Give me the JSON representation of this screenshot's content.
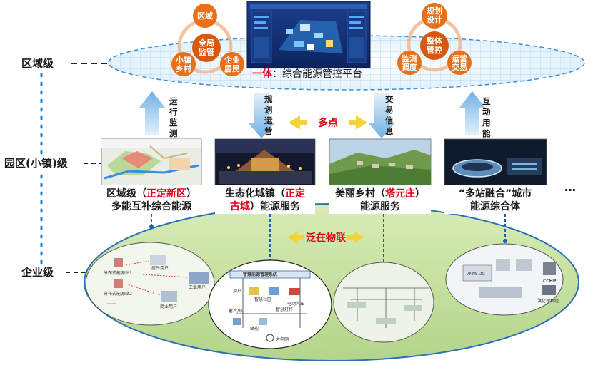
{
  "levels": {
    "region": "区域级",
    "park": "园区(小镇)级",
    "enterprise": "企业级"
  },
  "left_cluster": {
    "top": "区域",
    "center_1": "全局",
    "center_2": "监管",
    "left_1": "小镇",
    "left_2": "乡村",
    "right_1": "企业",
    "right_2": "居民"
  },
  "right_cluster": {
    "top_1": "规划",
    "top_2": "设计",
    "center_1": "整体",
    "center_2": "管控",
    "left_1": "监测",
    "left_2": "调度",
    "right_1": "运营",
    "right_2": "交易"
  },
  "platform": {
    "highlight": "一体",
    "text": "：综合能源管控平台"
  },
  "arrows": {
    "a1": [
      "运",
      "行",
      "监",
      "测"
    ],
    "a2": [
      "规",
      "划",
      "运",
      "营"
    ],
    "a3": [
      "交",
      "易",
      "信",
      "息"
    ],
    "a4": [
      "互",
      "动",
      "用",
      "能"
    ]
  },
  "multipoint": "多点",
  "iot": "泛在物联",
  "ellipsis": "…",
  "captions": {
    "c1_l1_a": "区域级（",
    "c1_l1_red": "正定新区",
    "c1_l1_b": "）",
    "c1_l2": "多能互补综合能源",
    "c2_l1_a": "生态化城镇（",
    "c2_l1_red": "正定",
    "c2_l2_red": "古城",
    "c2_l2_b": "）能源服务",
    "c3_l1_a": "美丽乡村（",
    "c3_l1_red": "塔元庄",
    "c3_l1_b": "）",
    "c3_l2": "能源服务",
    "c4_l1": "“多站融合”城市",
    "c4_l2": "能源综合体"
  },
  "enterprise": {
    "e1_a": "分布式能源站1",
    "e1_b": "分布式能源站2",
    "e1_c": "……",
    "e1_d": "居民用户",
    "e1_e": "商业用户",
    "e1_f": "工业用户",
    "e2_title": "智慧能源管理系统",
    "e2_a": "用户",
    "e2_b": "智慧社区",
    "e2_c": "蓄冷/热",
    "e2_d": "智慧灯杆",
    "e2_e": "储能",
    "e2_f": "电动汽车",
    "e2_g": "大电网",
    "e4_a": "CCHP",
    "e4_b": "溴化锂机组",
    "e4_c": "7MW DC"
  },
  "colors": {
    "orange": "#e8701a",
    "red": "#e0001b",
    "green_fill": "#c9e2a3",
    "arrow_blue": "#7fb8e6",
    "yellow": "#f3d23a"
  }
}
